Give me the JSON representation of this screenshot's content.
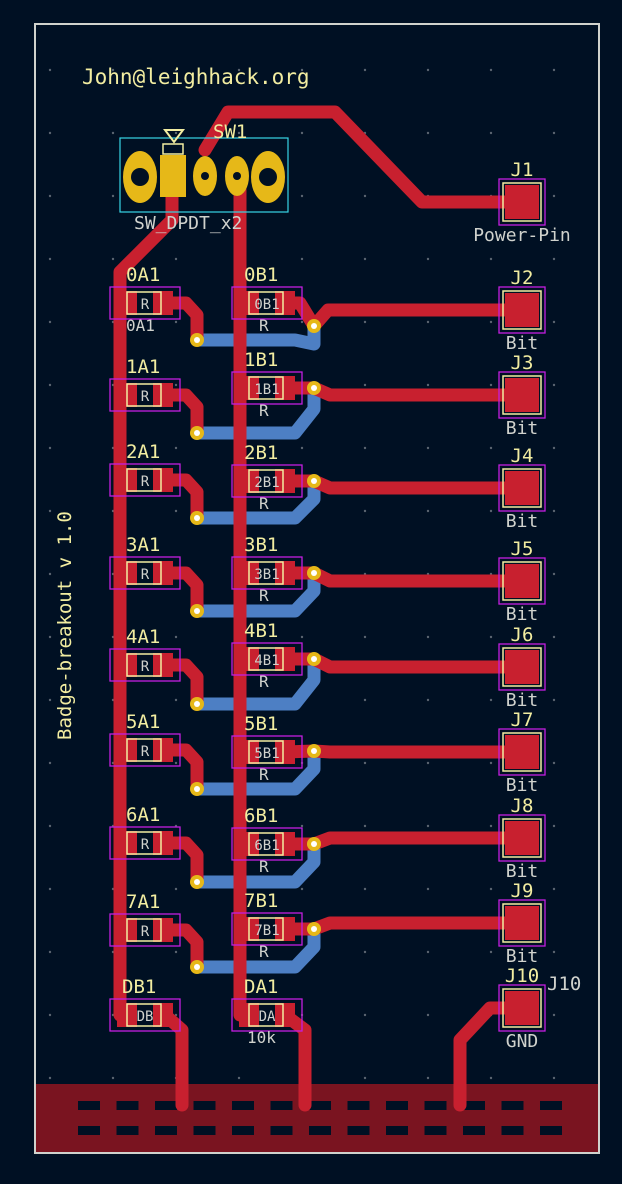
{
  "board": {
    "author_text": "John@leighhack.org",
    "version_text": "Badge-breakout v 1.0",
    "colors": {
      "background": "#001023",
      "edge_cuts": "#d0d2cd",
      "front_copper": "#c8202f",
      "back_copper": "#4d7fc4",
      "silkscreen": "#f2eda1",
      "courtyard": "#c41ee0",
      "switch_pad": "#e6b818"
    }
  },
  "switch": {
    "ref": "SW1",
    "value": "SW_DPDT_x2"
  },
  "power_pin": {
    "ref": "J1",
    "value": "Power-Pin"
  },
  "bit_pins": [
    {
      "ref": "J2",
      "value": "Bit"
    },
    {
      "ref": "J3",
      "value": "Bit"
    },
    {
      "ref": "J4",
      "value": "Bit"
    },
    {
      "ref": "J5",
      "value": "Bit"
    },
    {
      "ref": "J6",
      "value": "Bit"
    },
    {
      "ref": "J7",
      "value": "Bit"
    },
    {
      "ref": "J8",
      "value": "Bit"
    },
    {
      "ref": "J9",
      "value": "Bit"
    }
  ],
  "gnd_pin": {
    "ref": "J10",
    "value": "GND",
    "side_ref": "J10"
  },
  "resistors_a": [
    {
      "ref": "0A1",
      "pad": "R",
      "value": "0A1"
    },
    {
      "ref": "1A1",
      "pad": "R"
    },
    {
      "ref": "2A1",
      "pad": "R"
    },
    {
      "ref": "3A1",
      "pad": "R"
    },
    {
      "ref": "4A1",
      "pad": "R"
    },
    {
      "ref": "5A1",
      "pad": "R"
    },
    {
      "ref": "6A1",
      "pad": "R"
    },
    {
      "ref": "7A1",
      "pad": "R"
    }
  ],
  "resistors_b": [
    {
      "ref": "0B1",
      "pad": "0B1",
      "value": "R"
    },
    {
      "ref": "1B1",
      "pad": "1B1",
      "value": "R"
    },
    {
      "ref": "2B1",
      "pad": "2B1",
      "value": "R"
    },
    {
      "ref": "3B1",
      "pad": "3B1",
      "value": "R"
    },
    {
      "ref": "4B1",
      "pad": "4B1",
      "value": "R"
    },
    {
      "ref": "5B1",
      "pad": "5B1",
      "value": "R"
    },
    {
      "ref": "6B1",
      "pad": "6B1",
      "value": "R"
    },
    {
      "ref": "7B1",
      "pad": "7B1",
      "value": "R"
    }
  ],
  "db1": {
    "ref": "DB1",
    "pad": "DB"
  },
  "da1": {
    "ref": "DA1",
    "pad": "DA",
    "value": "10k"
  }
}
